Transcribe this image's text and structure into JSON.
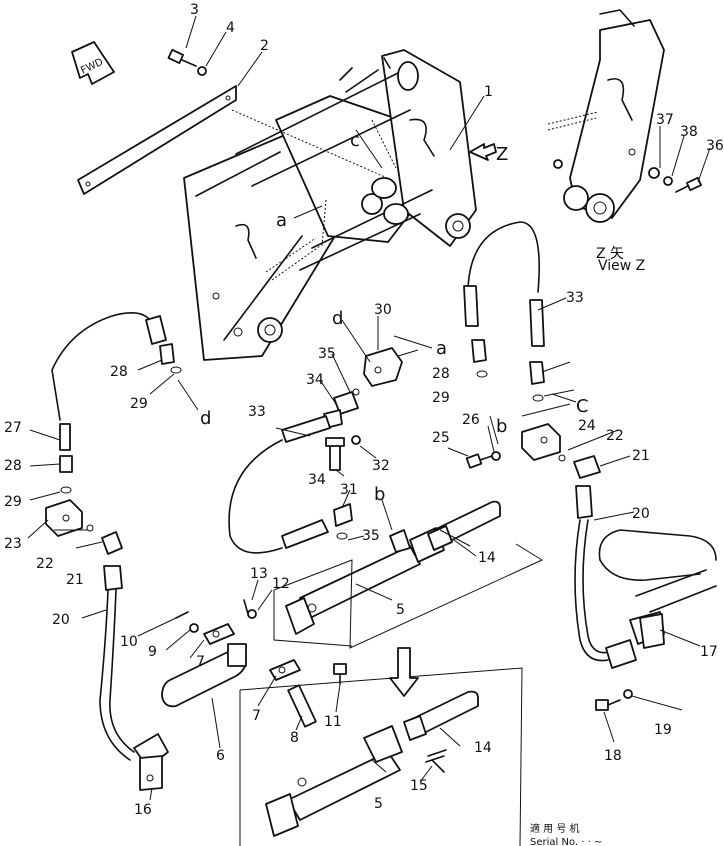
{
  "callouts": {
    "n1": "1",
    "n2": "2",
    "n3": "3",
    "n4": "4",
    "n5a": "5",
    "n5b": "5",
    "n6": "6",
    "n7a": "7",
    "n7b": "7",
    "n8": "8",
    "n9": "9",
    "n10": "10",
    "n11": "11",
    "n12": "12",
    "n13": "13",
    "n14a": "14",
    "n14b": "14",
    "n15": "15",
    "n16": "16",
    "n17": "17",
    "n18": "18",
    "n19": "19",
    "n20a": "20",
    "n20b": "20",
    "n21a": "21",
    "n21b": "21",
    "n22a": "22",
    "n22b": "22",
    "n23": "23",
    "n24": "24",
    "n25": "25",
    "n26": "26",
    "n27": "27",
    "n28a": "28",
    "n28b": "28",
    "n28c": "28",
    "n29a": "29",
    "n29b": "29",
    "n29c": "29",
    "n30": "30",
    "n31": "31",
    "n32": "32",
    "n33a": "33",
    "n33b": "33",
    "n34a": "34",
    "n34b": "34",
    "n35a": "35",
    "n35b": "35",
    "n36": "36",
    "n37": "37",
    "n38": "38"
  },
  "refs": {
    "a1": "a",
    "a2": "a",
    "b1": "b",
    "b2": "b",
    "c1": "c",
    "c2": "C",
    "d1": "d",
    "d2": "d",
    "z": "Z"
  },
  "labels": {
    "fwd": "FWD",
    "view_z_mark": "Z   矢",
    "view_z": "View Z",
    "serial_jp": "適 用 号 机",
    "serial": "Serial No.   ·  ·  ~"
  }
}
